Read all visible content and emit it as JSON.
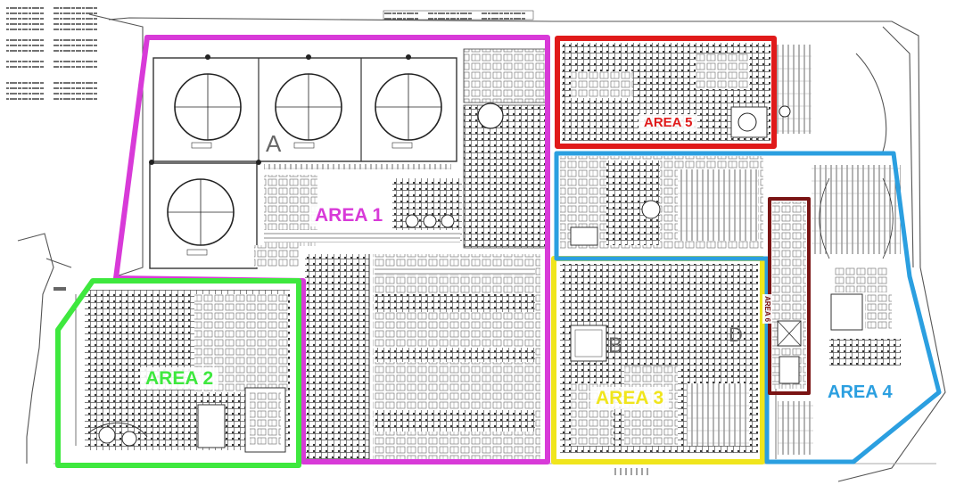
{
  "areas": [
    {
      "label": "AREA 1",
      "color": "#d83ad8"
    },
    {
      "label": "AREA 2",
      "color": "#3ee83e"
    },
    {
      "label": "AREA 3",
      "color": "#f0e51c"
    },
    {
      "label": "AREA 4",
      "color": "#2b9fe0"
    },
    {
      "label": "AREA 5",
      "color": "#e01a1a"
    },
    {
      "label": "AREA 6",
      "color": "#7a1414"
    }
  ],
  "letters": {
    "a": "A",
    "b": "B",
    "d": "D"
  }
}
